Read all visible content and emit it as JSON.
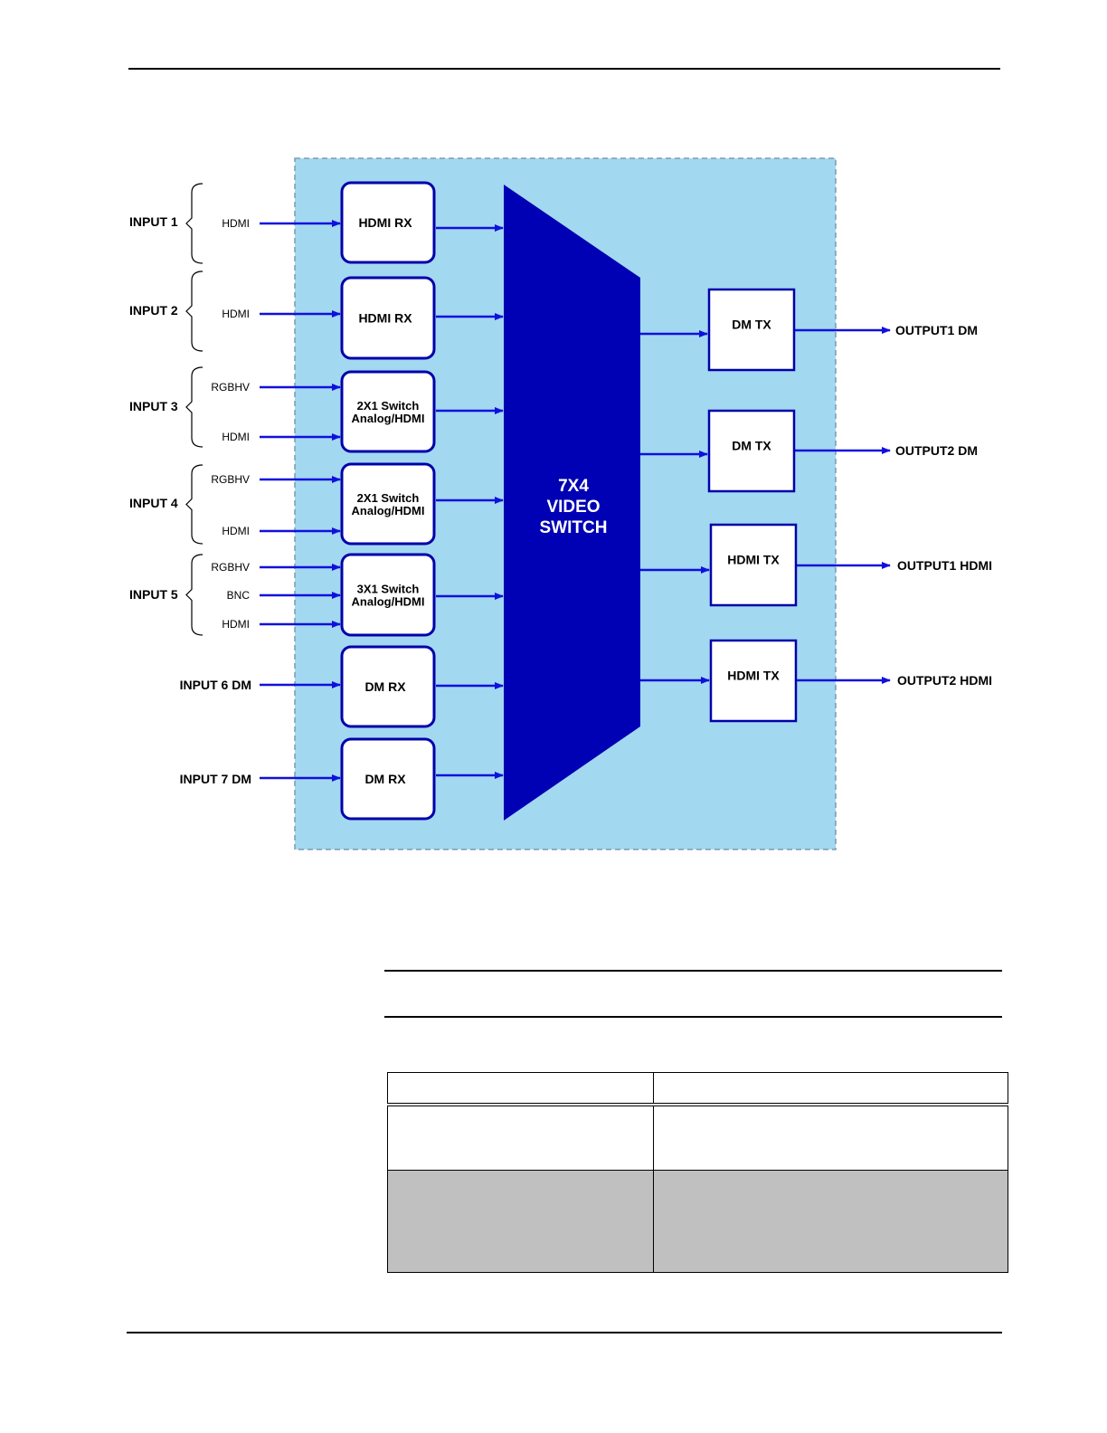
{
  "diagram": {
    "inputs": [
      {
        "label": "INPUT  1",
        "signals": [
          "HDMI"
        ],
        "block": [
          "HDMI RX"
        ]
      },
      {
        "label": "INPUT  2",
        "signals": [
          "HDMI"
        ],
        "block": [
          "HDMI RX"
        ]
      },
      {
        "label": "INPUT  3",
        "signals": [
          "RGBHV",
          "HDMI"
        ],
        "block": [
          "2X1 Switch",
          "Analog/HDMI"
        ]
      },
      {
        "label": "INPUT  4",
        "signals": [
          "RGBHV",
          "HDMI"
        ],
        "block": [
          "2X1 Switch",
          "Analog/HDMI"
        ]
      },
      {
        "label": "INPUT  5",
        "signals": [
          "RGBHV",
          "BNC",
          "HDMI"
        ],
        "block": [
          "3X1 Switch",
          "Analog/HDMI"
        ]
      },
      {
        "label": "INPUT  6 DM",
        "signals": [],
        "block": [
          "DM RX"
        ]
      },
      {
        "label": "INPUT  7 DM",
        "signals": [],
        "block": [
          "DM RX"
        ]
      }
    ],
    "switch": {
      "lines": [
        "7X4",
        "VIDEO",
        "SWITCH"
      ]
    },
    "outputs": [
      {
        "block": "DM TX",
        "label": "OUTPUT1 DM"
      },
      {
        "block": "DM TX",
        "label": "OUTPUT2 DM"
      },
      {
        "block": "HDMI TX",
        "label": "OUTPUT1 HDMI"
      },
      {
        "block": "HDMI TX",
        "label": "OUTPUT2 HDMI"
      }
    ],
    "colors": {
      "panel": "#a3d8f1",
      "line": "#1010dd",
      "switch": "#0000b4",
      "box_border": "#0000aa"
    }
  }
}
